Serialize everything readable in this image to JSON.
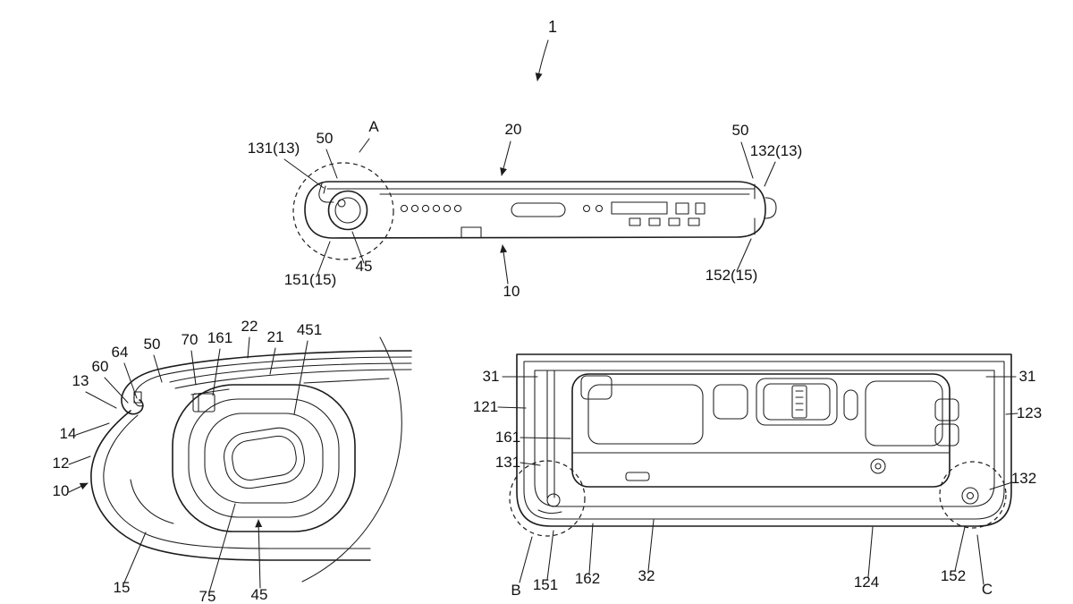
{
  "figure_labels": {
    "top": {
      "n1": "1",
      "nA": "A",
      "n131_13": "131(13)",
      "n50_left": "50",
      "n20": "20",
      "n50_right": "50",
      "n132_13": "132(13)",
      "n151_15": "151(15)",
      "n45": "45",
      "n10": "10",
      "n152_15": "152(15)"
    },
    "detail_a": {
      "n13": "13",
      "n60": "60",
      "n64": "64",
      "n50": "50",
      "n70": "70",
      "n161": "161",
      "n22": "22",
      "n21": "21",
      "n451": "451",
      "n14": "14",
      "n12": "12",
      "n10": "10",
      "n15": "15",
      "n75": "75",
      "n45": "45"
    },
    "detail_bc": {
      "n31_left": "31",
      "n121": "121",
      "n161": "161",
      "n131": "131",
      "nB": "B",
      "n151": "151",
      "n162": "162",
      "n32": "32",
      "n124": "124",
      "n152": "152",
      "nC": "C",
      "n31_right": "31",
      "n123": "123",
      "n132": "132"
    }
  },
  "colors": {
    "stroke": "#1c1c1c",
    "background": "#ffffff"
  }
}
